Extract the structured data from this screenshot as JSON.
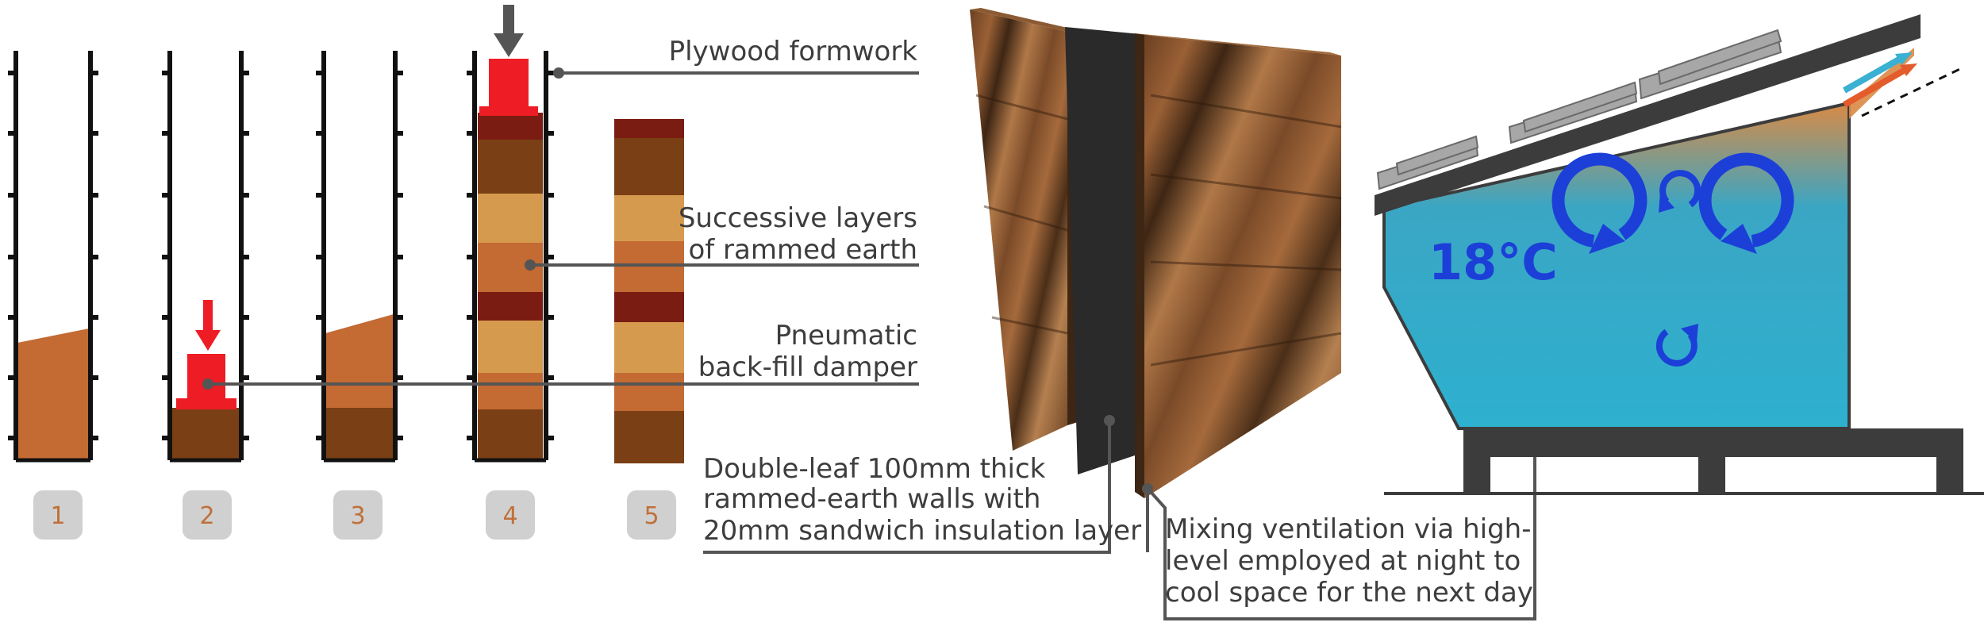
{
  "stages": {
    "labels": [
      "1",
      "2",
      "3",
      "4",
      "5"
    ]
  },
  "callouts": {
    "formwork": "Plywood formwork",
    "layers_line1": "Successive layers",
    "layers_line2": "of rammed earth",
    "damper_line1": "Pneumatic",
    "damper_line2": "back-fill damper",
    "walls_line1": "Double-leaf 100mm thick",
    "walls_line2": "rammed-earth walls with",
    "walls_line3": "20mm sandwich insulation layer",
    "vent_line1": "Mixing ventilation via high-",
    "vent_line2": "level employed at night to",
    "vent_line3": "cool space for the next day"
  },
  "room": {
    "temperature": "18°C"
  },
  "colors": {
    "earth_dark": "#7a3f14",
    "earth_mid": "#c46a33",
    "earth_light": "#d69a4e",
    "earth_band": "#7a1c12",
    "damper_red": "#ee1c24",
    "press_grey": "#555555",
    "label_grey": "#3d3d3d",
    "step_badge": "#d0d0d0",
    "step_text": "#c0703a",
    "air_cool": "#2eb0cf",
    "air_warm": "#d98a45",
    "arrow_blue": "#1c3fd8",
    "roof_grey": "#a7a7a7",
    "frame_dark": "#3c3c3c"
  },
  "icons": [
    "press-arrow-icon",
    "circulation-arrow-icon"
  ]
}
